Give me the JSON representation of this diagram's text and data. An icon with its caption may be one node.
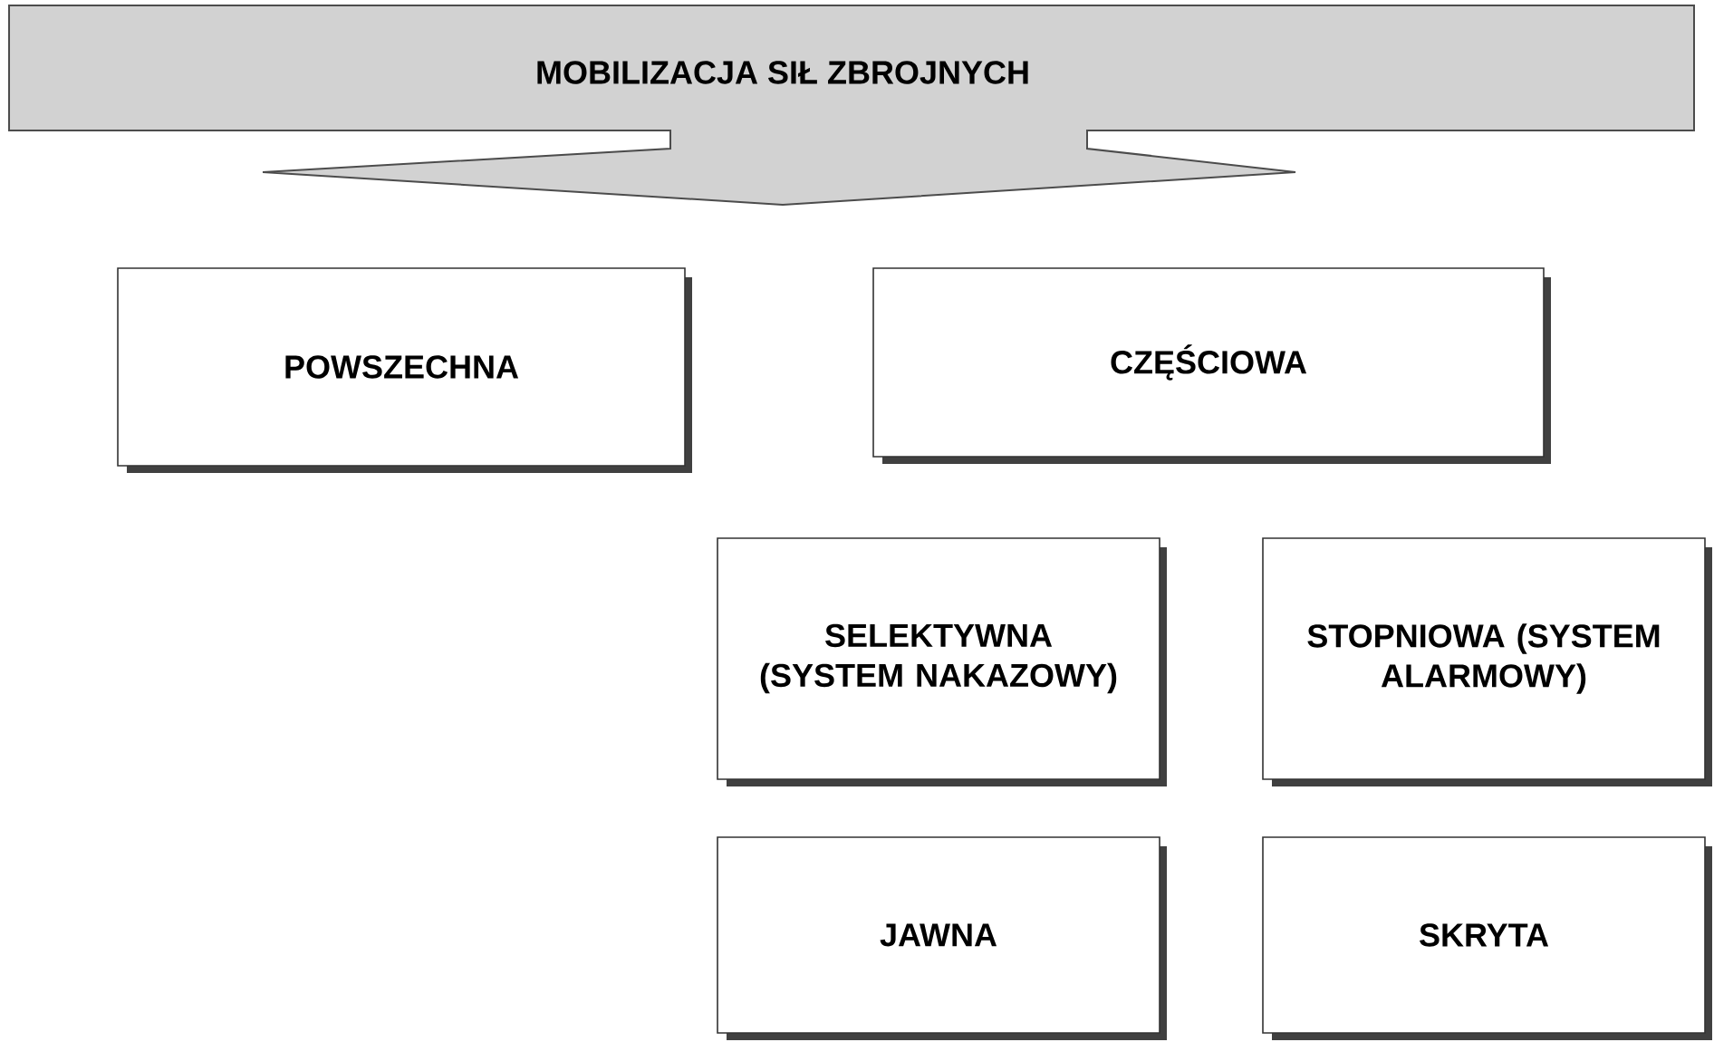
{
  "diagram": {
    "nodes": [
      {
        "text": [
          "MOBILIZACJA SIŁ ZBROJNYCH"
        ]
      },
      {
        "text": [
          "POWSZECHNA"
        ]
      },
      {
        "text": [
          "CZĘŚCIOWA"
        ]
      },
      {
        "text": [
          "SELEKTYWNA (SYSTEM NAKAZOWY)"
        ]
      },
      {
        "text": [
          "STOPNIOWA (SYSTEM ALARMOWY)"
        ]
      },
      {
        "text": [
          "JAWNA"
        ]
      },
      {
        "text": [
          "SKRYTA"
        ]
      }
    ]
  }
}
